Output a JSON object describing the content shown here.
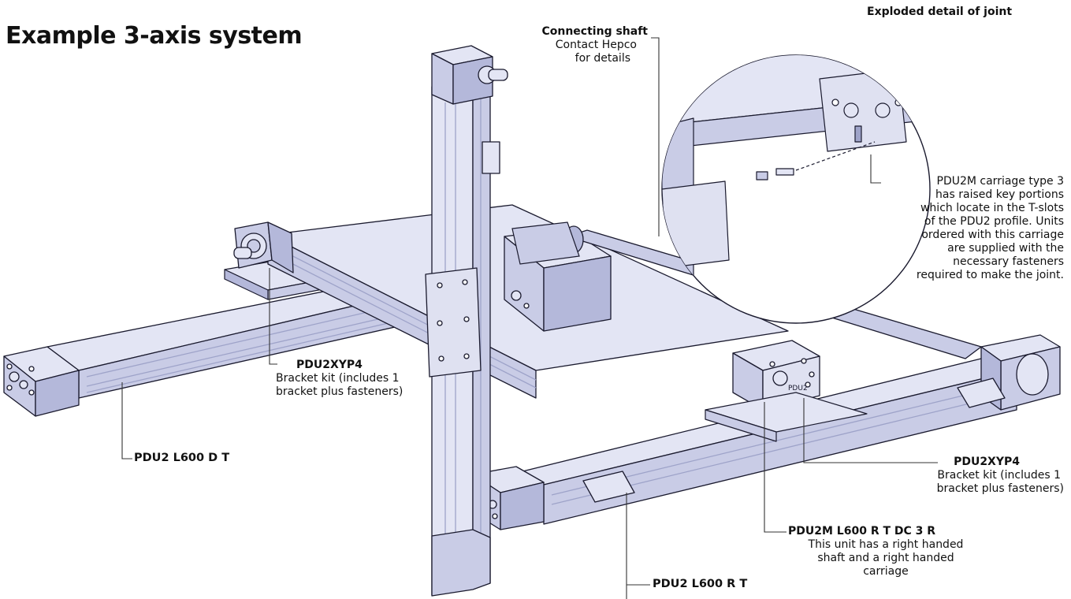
{
  "title": "Example 3-axis system",
  "detail_title": "Exploded detail of joint",
  "callouts": {
    "connecting_shaft": {
      "name": "Connecting shaft",
      "line1": "Contact Hepco",
      "line2": "for details"
    },
    "carriage_note": {
      "lines": [
        "PDU2M carriage type 3",
        "has raised key portions",
        "which locate in the T-slots",
        "of the PDU2 profile. Units",
        "ordered with this carriage",
        "are supplied with the",
        "necessary fasteners",
        "required to make the joint."
      ]
    },
    "bracket_left": {
      "name": "PDU2XYP4",
      "line1": "Bracket kit (includes 1",
      "line2": "bracket plus fasteners)"
    },
    "bracket_right": {
      "name": "PDU2XYP4",
      "line1": "Bracket kit (includes 1",
      "line2": "bracket plus fasteners)"
    },
    "pdu2_left": {
      "name": "PDU2 L600 D T"
    },
    "pdu2_bottom": {
      "name": "PDU2 L600 R T"
    },
    "pdu2m": {
      "name": "PDU2M L600 R T DC 3 R",
      "line1": "This unit has a right handed",
      "line2": "shaft and a right handed",
      "line3": "carriage"
    }
  },
  "part_marking": "PDU2",
  "colors": {
    "metal": "#c9cce6",
    "metal_dark": "#9ea3c9",
    "metal_light": "#e3e5f4",
    "outline": "#1a1a2e",
    "leader": "#333333"
  }
}
